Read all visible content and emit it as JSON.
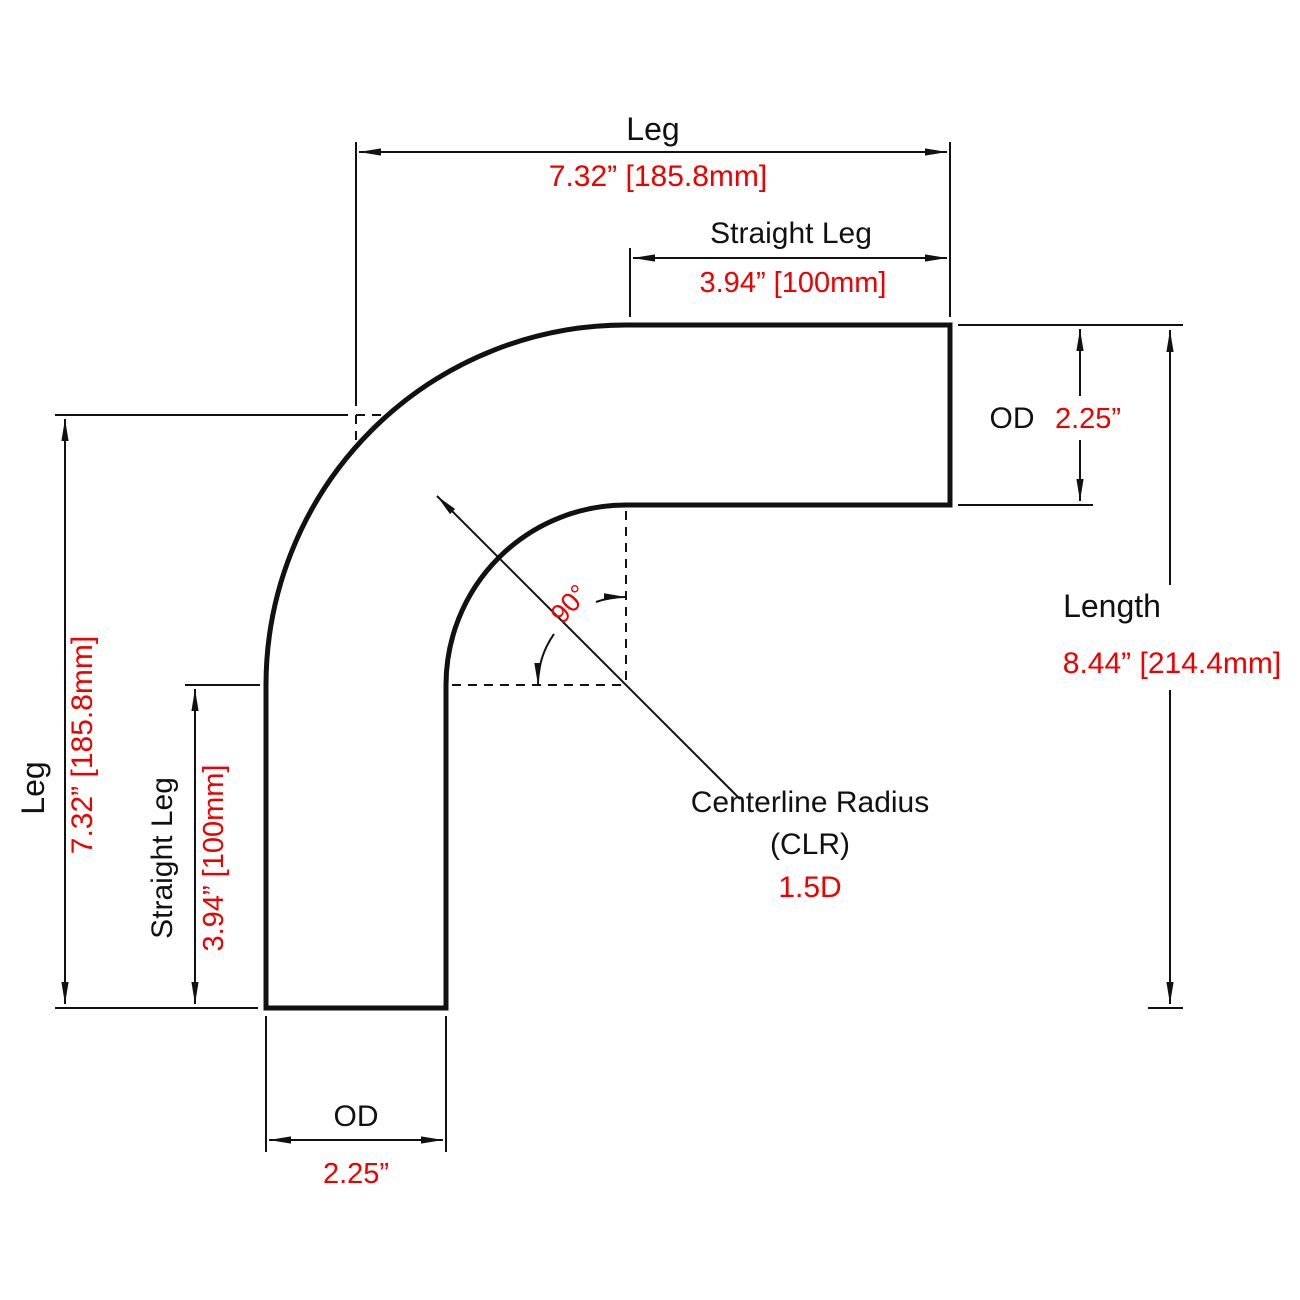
{
  "colors": {
    "label": "#111111",
    "value": "#ee0000",
    "line": "#111111"
  },
  "dims": {
    "top_leg": {
      "label": "Leg",
      "value": "7.32” [185.8mm]"
    },
    "top_straight_leg": {
      "label": "Straight Leg",
      "value": "3.94” [100mm]"
    },
    "right_od": {
      "label": "OD",
      "value": "2.25”"
    },
    "right_length": {
      "label": "Length",
      "value": "8.44” [214.4mm]"
    },
    "left_leg": {
      "label": "Leg",
      "value": "7.32” [185.8mm]"
    },
    "left_straight_leg": {
      "label": "Straight Leg",
      "value": "3.94” [100mm]"
    },
    "bottom_od": {
      "label": "OD",
      "value": "2.25”"
    },
    "bend_angle": {
      "value": "90°"
    },
    "clr": {
      "line1": "Centerline Radius",
      "line2": "(CLR)",
      "value": "1.5D"
    }
  }
}
